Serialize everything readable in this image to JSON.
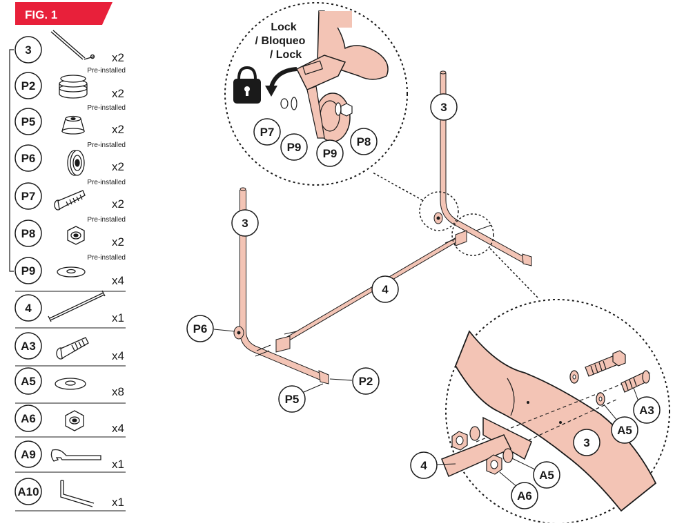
{
  "figure": {
    "title": "FIG. 1",
    "accent_color": "#e8203a"
  },
  "parts": [
    {
      "id": "3",
      "qty": "x2",
      "note": "",
      "icon": "frame-leg-icon"
    },
    {
      "id": "P2",
      "qty": "x2",
      "note": "Pre-installed",
      "icon": "end-cap-icon"
    },
    {
      "id": "P5",
      "qty": "x2",
      "note": "Pre-installed",
      "icon": "foot-cap-icon"
    },
    {
      "id": "P6",
      "qty": "x2",
      "note": "Pre-installed",
      "icon": "wheel-icon"
    },
    {
      "id": "P7",
      "qty": "x2",
      "note": "Pre-installed",
      "icon": "axle-bolt-icon"
    },
    {
      "id": "P8",
      "qty": "x2",
      "note": "Pre-installed",
      "icon": "lock-nut-icon"
    },
    {
      "id": "P9",
      "qty": "x4",
      "note": "Pre-installed",
      "icon": "washer-icon"
    },
    {
      "id": "4",
      "qty": "x1",
      "note": "",
      "icon": "crossbar-icon"
    },
    {
      "id": "A3",
      "qty": "x4",
      "note": "",
      "icon": "bolt-icon"
    },
    {
      "id": "A5",
      "qty": "x8",
      "note": "",
      "icon": "washer-icon"
    },
    {
      "id": "A6",
      "qty": "x4",
      "note": "",
      "icon": "nut-icon"
    },
    {
      "id": "A9",
      "qty": "x1",
      "note": "",
      "icon": "wrench-icon"
    },
    {
      "id": "A10",
      "qty": "x1",
      "note": "",
      "icon": "allen-key-icon"
    }
  ],
  "assembly": {
    "tube_color": "#f3c4b5",
    "labels": {
      "leg_left": "3",
      "leg_right": "3",
      "crossbar": "4",
      "wheel": "P6",
      "foot": "P5",
      "cap": "P2"
    }
  },
  "detail_top": {
    "lock_line1": "Lock",
    "lock_line2": "/ Bloqueo",
    "lock_line3": "/ Lock",
    "labels": {
      "axle": "P7",
      "washer_a": "P9",
      "washer_b": "P9",
      "nut": "P8"
    }
  },
  "detail_bottom": {
    "labels": {
      "bolt": "A3",
      "washer_right": "A5",
      "leg": "3",
      "crossbar": "4",
      "washer_left": "A5",
      "nut": "A6"
    }
  }
}
